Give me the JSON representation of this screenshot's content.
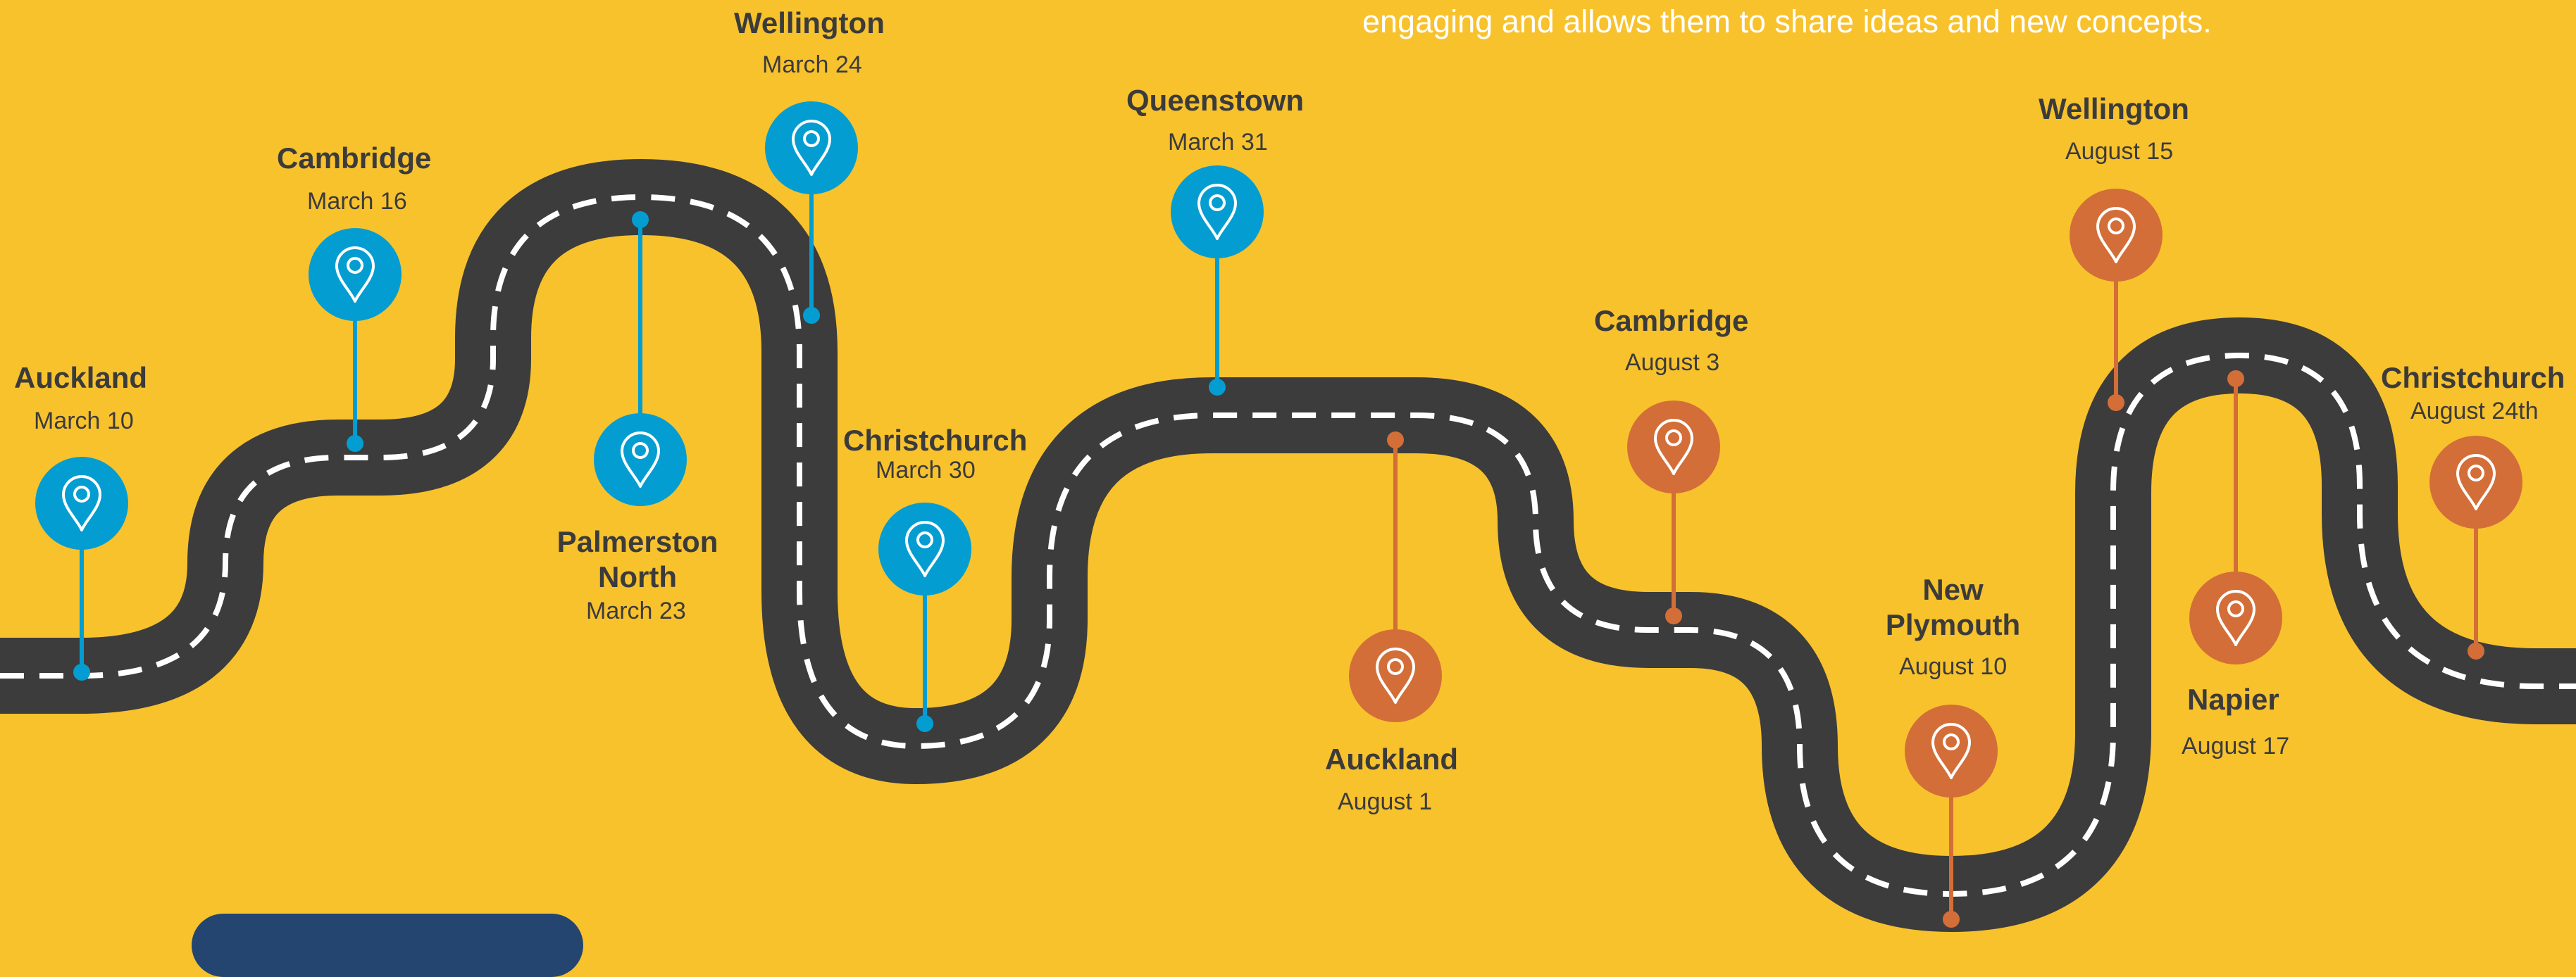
{
  "intro_text": "engaging and allows them to share ideas and new concepts.",
  "colors": {
    "background": "#F8C22D",
    "road": "#3C3C3C",
    "lane_marking": "#FFFFFF",
    "phase_one": "#049DD1",
    "phase_two": "#D36E38",
    "text": "#3B3B3B",
    "button": "#234570"
  },
  "phase_one": {
    "marker_icon": "location-pin-icon",
    "stops": [
      {
        "city": "Auckland",
        "date": "March 10"
      },
      {
        "city": "Cambridge",
        "date": "March 16"
      },
      {
        "city": "Palmerston North",
        "date": "March 23"
      },
      {
        "city": "Wellington",
        "date": "March 24"
      },
      {
        "city": "Christchurch",
        "date": "March 30"
      },
      {
        "city": "Queenstown",
        "date": "March 31"
      }
    ]
  },
  "phase_two": {
    "marker_icon": "location-pin-icon",
    "stops": [
      {
        "city": "Auckland",
        "date": "August 1"
      },
      {
        "city": "Cambridge",
        "date": "August 3"
      },
      {
        "city": "New Plymouth",
        "date": "August 10"
      },
      {
        "city": "Wellington",
        "date": "August 15"
      },
      {
        "city": "Napier",
        "date": "August 17"
      },
      {
        "city": "Christchurch",
        "date": "August 24th"
      }
    ]
  }
}
